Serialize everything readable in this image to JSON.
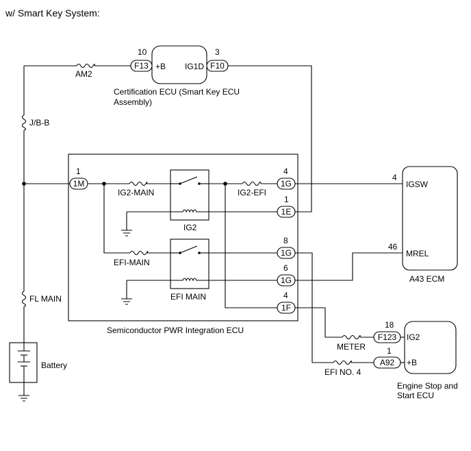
{
  "header": {
    "title": "w/ Smart Key System:"
  },
  "fuses": {
    "am2": "AM2",
    "jbb": "J/B-B",
    "fl_main": "FL MAIN",
    "ig2_main": "IG2-MAIN",
    "ig2_efi": "IG2-EFI",
    "efi_main_fuse": "EFI-MAIN",
    "meter": "METER",
    "efi_no4": "EFI NO. 4"
  },
  "battery": {
    "label": "Battery"
  },
  "cert_ecu": {
    "label_line1": "Certification ECU (Smart Key ECU",
    "label_line2": "Assembly)",
    "pin_b": "+B",
    "pin_ig1d": "IG1D",
    "conn_left": "F13",
    "conn_right": "F10",
    "num_left": "10",
    "num_right": "3"
  },
  "integration_ecu": {
    "label": "Semiconductor PWR Integration ECU",
    "conn_1m": "1M",
    "num_1m": "1",
    "conn_1g_a": "1G",
    "num_1g_a": "4",
    "conn_1e": "1E",
    "num_1e": "1",
    "conn_1g_b": "1G",
    "num_1g_b": "8",
    "conn_1g_c": "1G",
    "num_1g_c": "6",
    "conn_1f": "1F",
    "num_1f": "4",
    "relay_ig2": "IG2",
    "relay_efi": "EFI MAIN"
  },
  "ecm": {
    "label": "A43  ECM",
    "pin_igsw": "IGSW",
    "pin_mrel": "MREL",
    "num_igsw": "4",
    "num_mrel": "46"
  },
  "engine_ecu": {
    "label_line1": "Engine Stop and",
    "label_line2": "Start ECU",
    "pin_ig2": "IG2",
    "pin_b": "+B",
    "conn_f123": "F123",
    "conn_a92": "A92",
    "num_f123": "18",
    "num_a92": "1"
  }
}
